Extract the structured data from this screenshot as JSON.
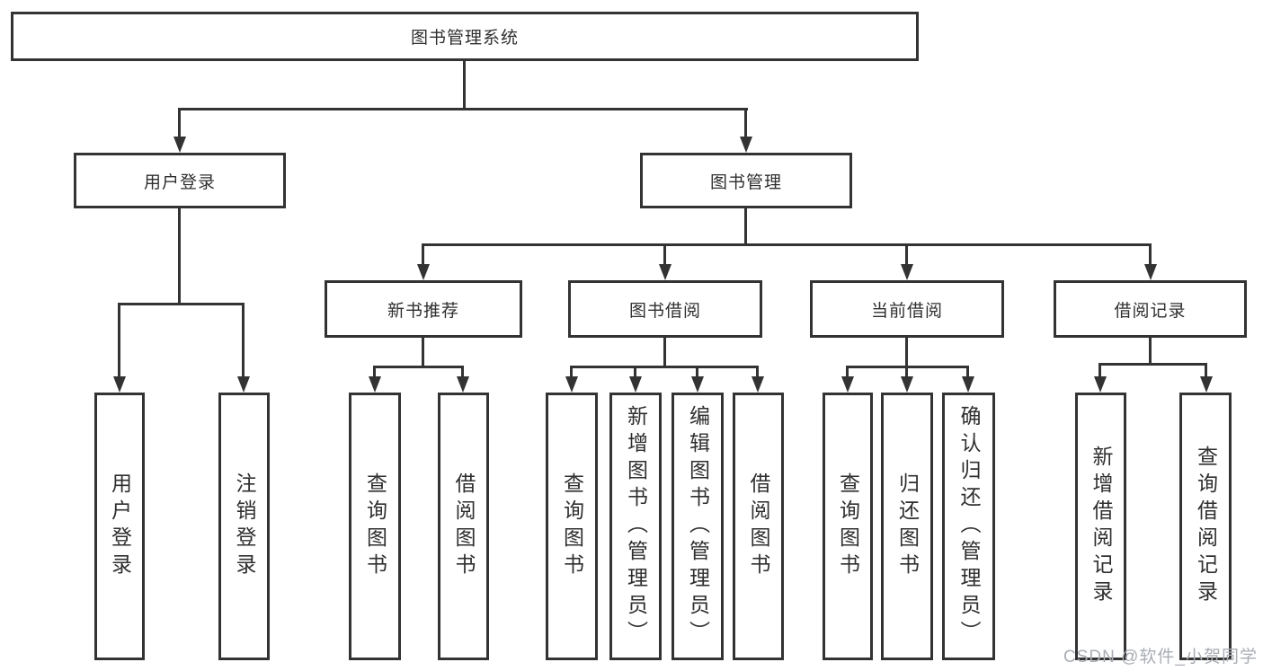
{
  "root": {
    "label": "图书管理系统"
  },
  "branches": [
    {
      "label": "用户登录",
      "children": [
        "用户登录",
        "注销登录"
      ]
    },
    {
      "label": "图书管理",
      "sections": [
        {
          "label": "新书推荐",
          "children": [
            "查询图书",
            "借阅图书"
          ]
        },
        {
          "label": "图书借阅",
          "children": [
            "查询图书",
            "新增图书（管理员）",
            "编辑图书（管理员）",
            "借阅图书"
          ]
        },
        {
          "label": "当前借阅",
          "children": [
            "查询图书",
            "归还图书",
            "确认归还（管理员）"
          ]
        },
        {
          "label": "借阅记录",
          "children": [
            "新增借阅记录",
            "查询借阅记录"
          ]
        }
      ]
    }
  ],
  "watermark": "CSDN @软件_小贺同学",
  "colors": {
    "line": "#333333",
    "text": "#2f2f2f",
    "watermark": "#a9adb3",
    "background": "#ffffff"
  }
}
